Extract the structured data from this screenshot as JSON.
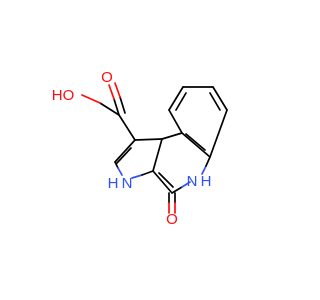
{
  "molecule": {
    "atoms": {
      "hydroxyl": {
        "text": "HO",
        "color": "#ff0d0d"
      },
      "carbonyl_acid": {
        "text": "O",
        "color": "#ff0d0d"
      },
      "nh_amide": {
        "text": "N",
        "h": "H",
        "color": "#3050f8"
      },
      "nh_pyrrole": {
        "text": "N",
        "h": "H",
        "color": "#3050f8"
      },
      "carbonyl_lactam": {
        "text": "O",
        "color": "#ff0d0d"
      }
    }
  }
}
